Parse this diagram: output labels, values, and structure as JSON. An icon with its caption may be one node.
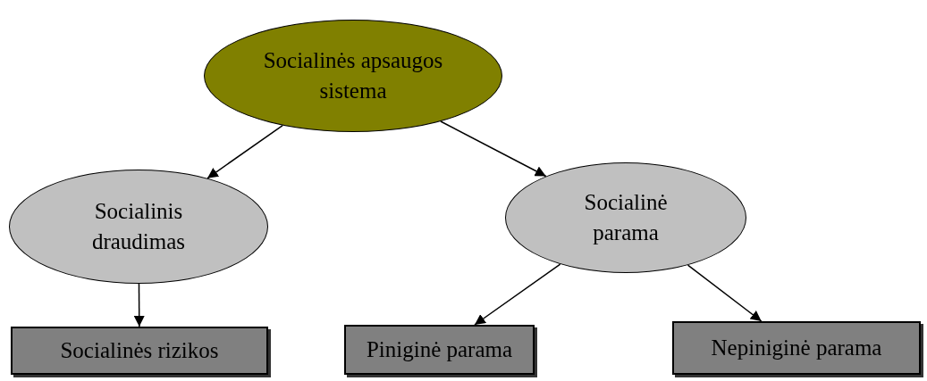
{
  "diagram": {
    "nodes": [
      {
        "text": [
          "Socialinės apsaugos sistema"
        ]
      },
      {
        "text": [
          "Socialinis draudimas"
        ]
      },
      {
        "text": [
          "Socialinė parama"
        ]
      },
      {
        "text": [
          "Socialinės rizikos"
        ]
      },
      {
        "text": [
          "Piniginė parama"
        ]
      },
      {
        "text": [
          "Nepiniginė parama"
        ]
      }
    ],
    "edges": [
      {
        "from": 0,
        "to": 1,
        "arrow": "to"
      },
      {
        "from": 0,
        "to": 2,
        "arrow": "to"
      },
      {
        "from": 1,
        "to": 3,
        "arrow": "to"
      },
      {
        "from": 2,
        "to": 4,
        "arrow": "to"
      },
      {
        "from": 2,
        "to": 5,
        "arrow": "to"
      }
    ]
  }
}
